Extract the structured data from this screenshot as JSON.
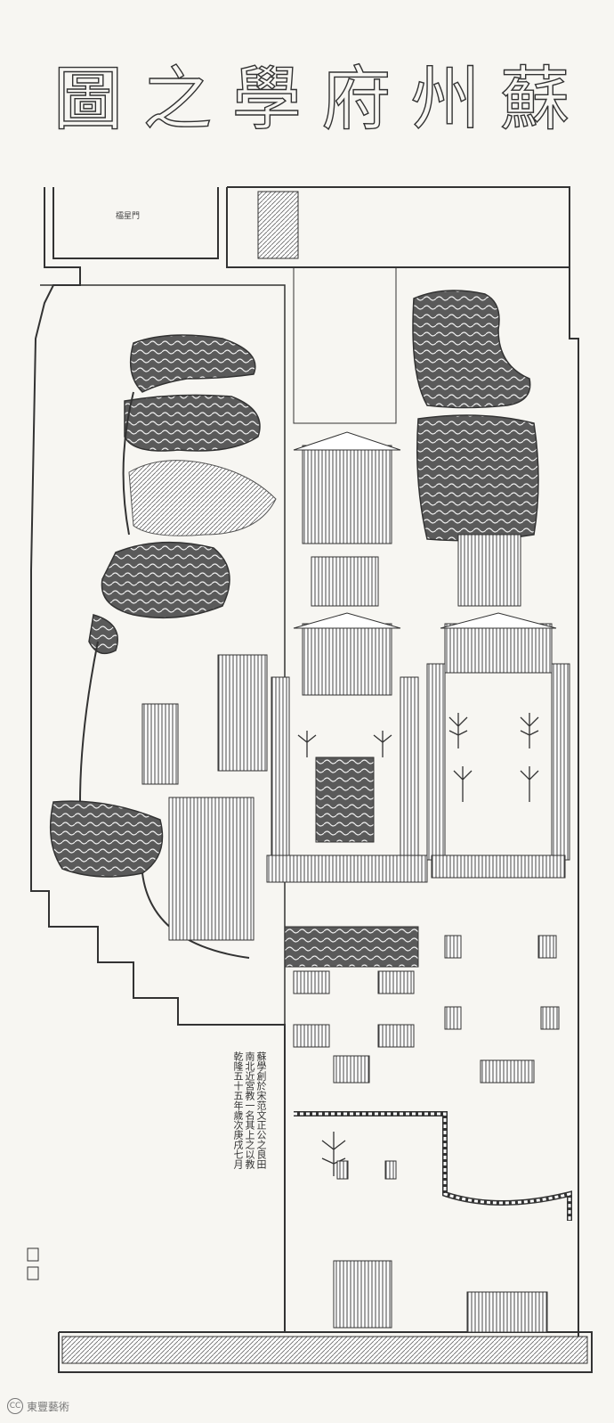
{
  "title": {
    "chars": [
      "蘇",
      "州",
      "府",
      "學",
      "之",
      "圖"
    ]
  },
  "gate_label": "櫺星門",
  "inscription": {
    "columns": [
      "蘇學創於宋范文正公之良田",
      "南北近宮教一名其上之以教",
      "乾隆五十五年歲次庚戌七月"
    ]
  },
  "seal_note": "",
  "watermark": {
    "icon": "cc-icon",
    "text": "東豐藝術"
  }
}
